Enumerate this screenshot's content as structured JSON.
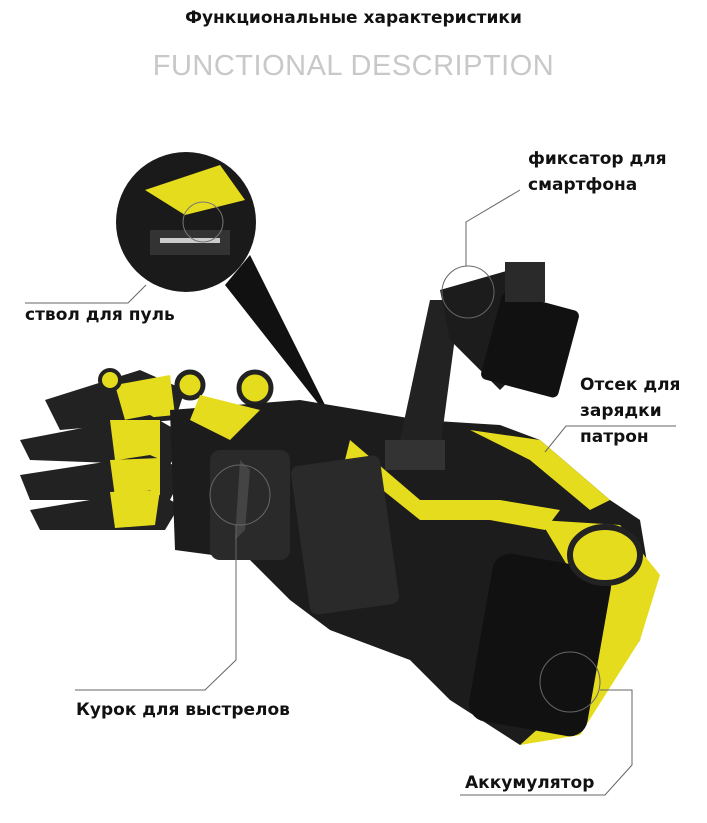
{
  "header": {
    "title": "Функциональные характеристики",
    "subtitle": "FUNCTIONAL DESCRIPTION"
  },
  "callouts": {
    "phone_holder": {
      "line1": "фиксатор для",
      "line2": "смартфона"
    },
    "barrel": "ствол для пуль",
    "charging_bay": {
      "line1": "Отсек для",
      "line2": "зарядки",
      "line3": "патрон"
    },
    "trigger": "Курок для выстрелов",
    "battery": "Аккумулятор"
  },
  "colors": {
    "accent": "#e6dc1e",
    "body": "#1c1c1c",
    "line": "#666666"
  }
}
